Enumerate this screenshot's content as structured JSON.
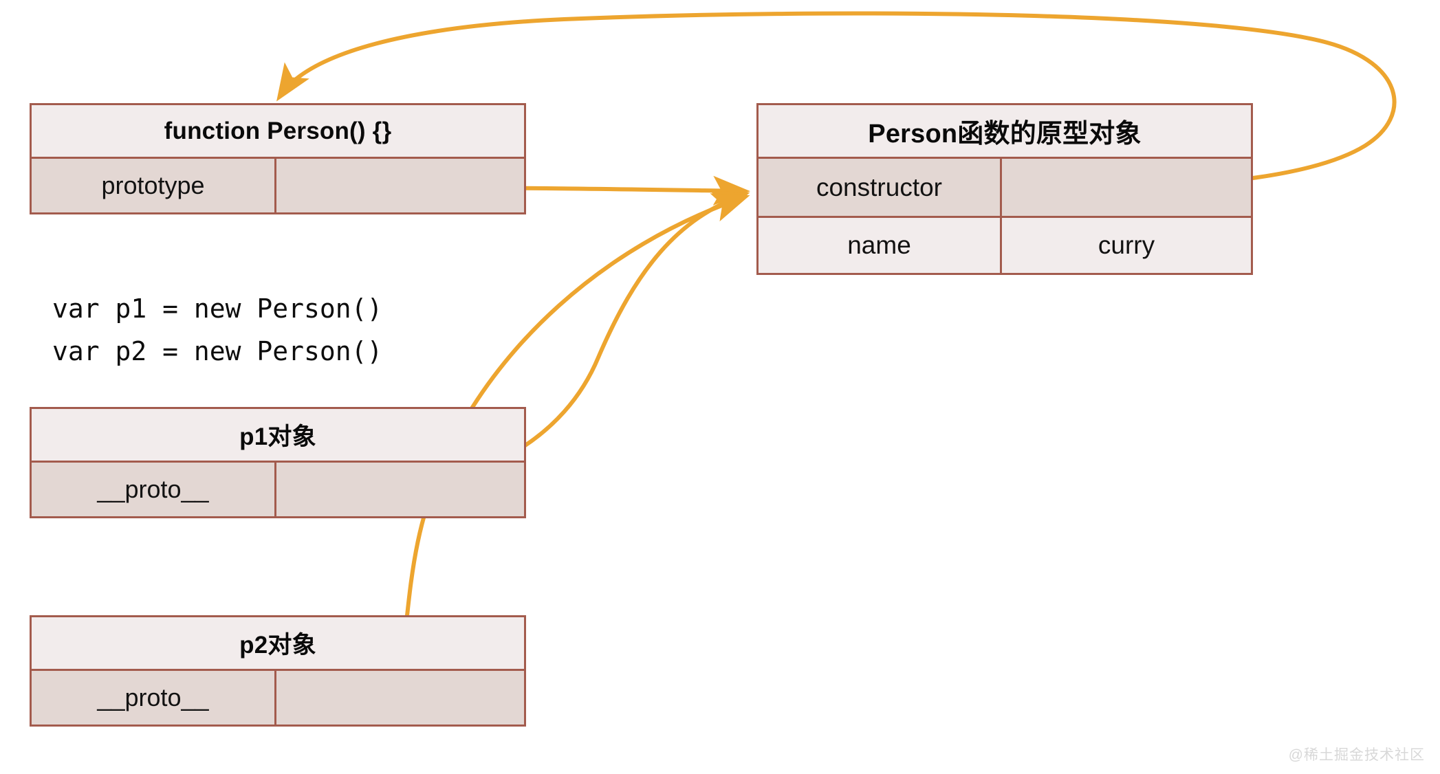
{
  "diagram": {
    "title": "JavaScript prototype chain diagram",
    "colors": {
      "arrow": "#eda52f",
      "box_border": "#a35b4d",
      "header_fill": "#f2ecec",
      "row_shaded_fill": "#e3d7d3",
      "row_plain_fill": "#f2ecec",
      "background": "#ffffff",
      "text": "#0d0d0d",
      "watermark": "#d8d8d8"
    }
  },
  "boxes": {
    "person_function": {
      "header": "function Person() {}",
      "rows": [
        {
          "key": "prototype",
          "value": ""
        }
      ]
    },
    "person_prototype": {
      "header": "Person函数的原型对象",
      "rows": [
        {
          "key": "constructor",
          "value": ""
        },
        {
          "key": "name",
          "value": "curry"
        }
      ]
    },
    "p1_object": {
      "header": "p1对象",
      "rows": [
        {
          "key": "__proto__",
          "value": ""
        }
      ]
    },
    "p2_object": {
      "header": "p2对象",
      "rows": [
        {
          "key": "__proto__",
          "value": ""
        }
      ]
    }
  },
  "code": {
    "lines": [
      "var p1 = new Person()",
      "var p2 = new Person()"
    ],
    "text": "var p1 = new Person()\nvar p2 = new Person()"
  },
  "arrows": [
    {
      "name": "prototype-to-prototype-object",
      "from": "function Person() {} . prototype",
      "to": "Person函数的原型对象"
    },
    {
      "name": "constructor-to-person-function",
      "from": "Person函数的原型对象 . constructor",
      "to": "function Person() {}"
    },
    {
      "name": "p1-proto-to-prototype-object",
      "from": "p1对象 . __proto__",
      "to": "Person函数的原型对象"
    },
    {
      "name": "p2-proto-to-prototype-object",
      "from": "p2对象 . __proto__",
      "to": "Person函数的原型对象"
    }
  ],
  "watermark": {
    "text": "@稀土掘金技术社区"
  }
}
